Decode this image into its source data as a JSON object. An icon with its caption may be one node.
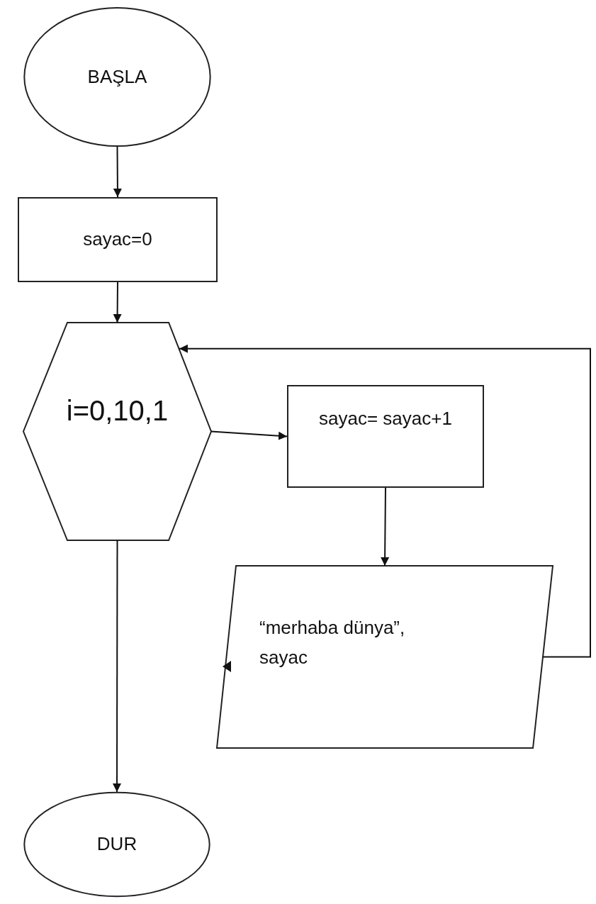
{
  "diagram": {
    "nodes": [
      {
        "text": [
          "BAŞLA"
        ]
      },
      {
        "text": [
          "sayac=0"
        ]
      },
      {
        "text": [
          "i=0,10,1"
        ]
      },
      {
        "text": [
          "sayac= sayac+1"
        ]
      },
      {
        "text": [
          "“merhaba dünya”, sayac"
        ]
      },
      {
        "text": [
          "DUR"
        ]
      }
    ],
    "edges": [
      {
        "from": 0,
        "to": 1,
        "arrow": "to"
      },
      {
        "from": 1,
        "to": 2,
        "arrow": "to"
      },
      {
        "from": 2,
        "to": 3,
        "arrow": "to"
      },
      {
        "from": 3,
        "to": 4,
        "arrow": "to"
      },
      {
        "from": 4,
        "to": 2,
        "arrow": "to"
      },
      {
        "from": 2,
        "to": 5,
        "arrow": "to"
      }
    ]
  }
}
